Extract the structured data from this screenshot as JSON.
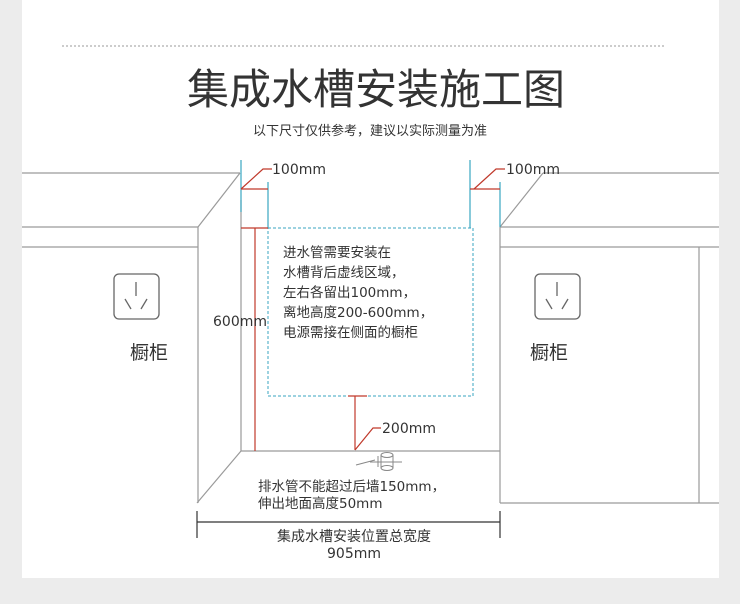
{
  "title": "集成水槽安装施工图",
  "subtitle": "以下尺寸仅供参考，建议以实际测量为准",
  "left_cabinet": {
    "label": "橱柜",
    "icon": "power-outlet-icon"
  },
  "right_cabinet": {
    "label": "橱柜",
    "icon": "power-outlet-icon"
  },
  "dims": {
    "left_clearance": "100mm",
    "right_clearance": "100mm",
    "height_600": "600mm",
    "height_200": "200mm",
    "total_width_label": "集成水槽安装位置总宽度",
    "total_width_value": "905mm"
  },
  "notes": {
    "inlet": [
      "进水管需要安装在",
      "水槽背后虚线区域，",
      "左右各留出100mm，",
      "离地高度200-600mm，",
      "电源需接在侧面的橱柜"
    ],
    "drain": [
      "排水管不能超过后墙150mm，",
      "伸出地面高度50mm"
    ]
  },
  "colors": {
    "red": "#c0392b",
    "cyan": "#3aa6c0",
    "line": "#9a9a9a"
  }
}
